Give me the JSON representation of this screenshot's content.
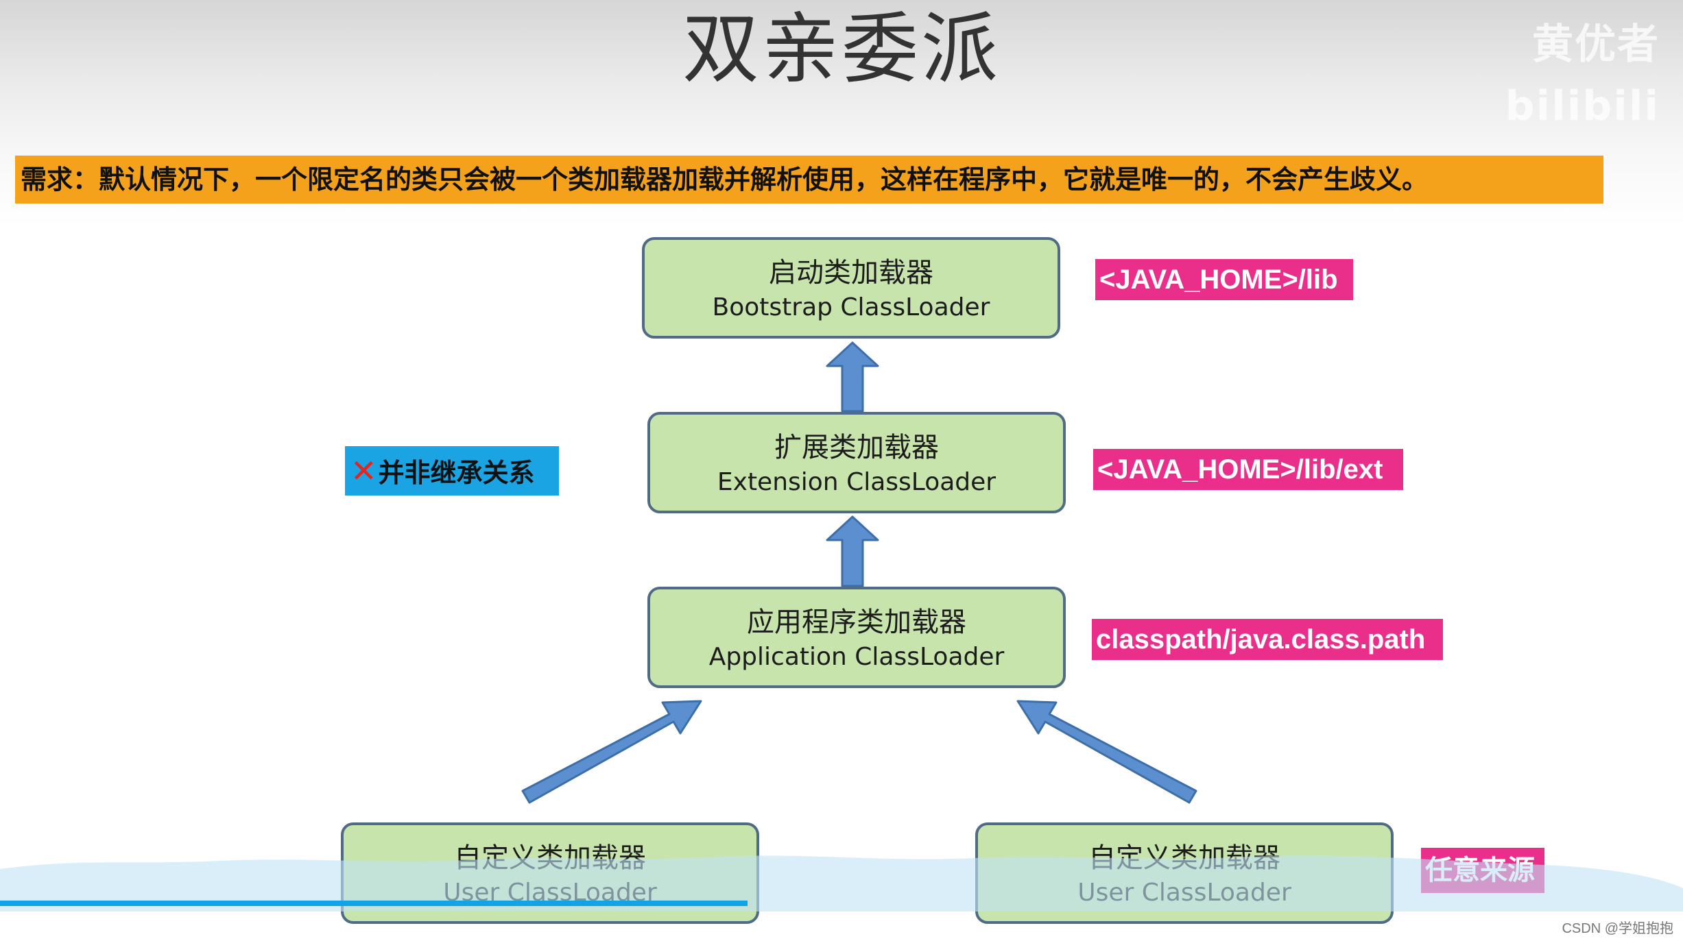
{
  "title": "双亲委派",
  "watermark": "黄优者 bilibili",
  "requirement": "需求：默认情况下，一个限定名的类只会被一个类加载器加载并解析使用，这样在程序中，它就是唯一的，不会产生歧义。",
  "note": {
    "mark": "✕",
    "text": "并非继承关系"
  },
  "loaders": {
    "bootstrap": {
      "cn": "启动类加载器",
      "en": "Bootstrap ClassLoader"
    },
    "extension": {
      "cn": "扩展类加载器",
      "en": "Extension ClassLoader"
    },
    "application": {
      "cn": "应用程序类加载器",
      "en": "Application ClassLoader"
    },
    "user_left": {
      "cn": "自定义类加载器",
      "en": "User ClassLoader"
    },
    "user_right": {
      "cn": "自定义类加载器",
      "en": "User ClassLoader"
    }
  },
  "tags": {
    "bootstrap": "<JAVA_HOME>/lib",
    "extension": "<JAVA_HOME>/lib/ext",
    "application": "classpath/java.class.path",
    "user": "任意来源"
  },
  "progress": {
    "fraction": 0.444
  },
  "footer": "CSDN @学姐抱抱",
  "colors": {
    "box_fill": "#c7e4ad",
    "box_border": "#4f6b85",
    "arrow": "#5b8fd0",
    "requirement_bg": "#f4a21c",
    "tag_pink": "#ea2f8a",
    "note_bg": "#1ba4e4",
    "progress": "#11a3e6"
  }
}
